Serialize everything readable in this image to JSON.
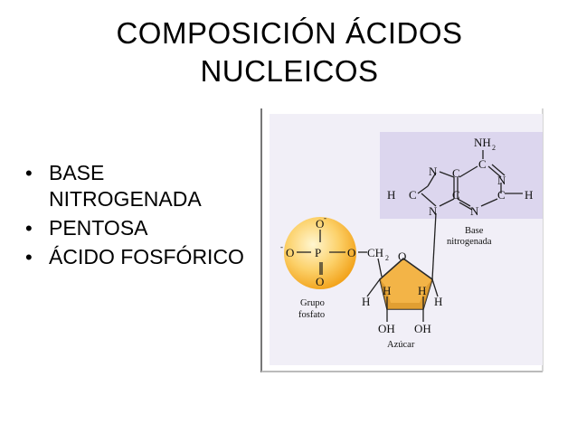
{
  "slide": {
    "title_line1": "COMPOSICIÓN ÁCIDOS",
    "title_line2": "NUCLEICOS",
    "bullets": [
      "BASE NITROGENADA",
      "PENTOSA",
      "ÁCIDO FOSFÓRICO"
    ]
  },
  "figure": {
    "phosphate": {
      "o_top": "O",
      "o_top_charge": "-",
      "o_left": "O",
      "o_left_charge": "-",
      "o_right": "O",
      "o_bottom": "O",
      "p": "P",
      "caption_1": "Grupo",
      "caption_2": "fosfato"
    },
    "sugar": {
      "ch2": "CH",
      "ch2_sub": "2",
      "o_ring": "O",
      "h1": "H",
      "h2": "H",
      "h3": "H",
      "h4": "H",
      "oh1": "OH",
      "oh2": "OH",
      "caption": "Azúcar"
    },
    "base": {
      "nh2": "NH",
      "nh2_sub": "2",
      "c_top": "C",
      "n1": "N",
      "n2": "N",
      "n3": "N",
      "n4": "N",
      "c1": "C",
      "c2": "C",
      "c3": "C",
      "c4": "C",
      "h_left": "H",
      "h_right": "H",
      "caption_1": "Base",
      "caption_2": "nitrogenada"
    },
    "colors": {
      "panel": "#ded8ee",
      "phosphate": "#f5a91e",
      "sugar": "#f2b545",
      "frame": "#9a9a9a"
    }
  }
}
